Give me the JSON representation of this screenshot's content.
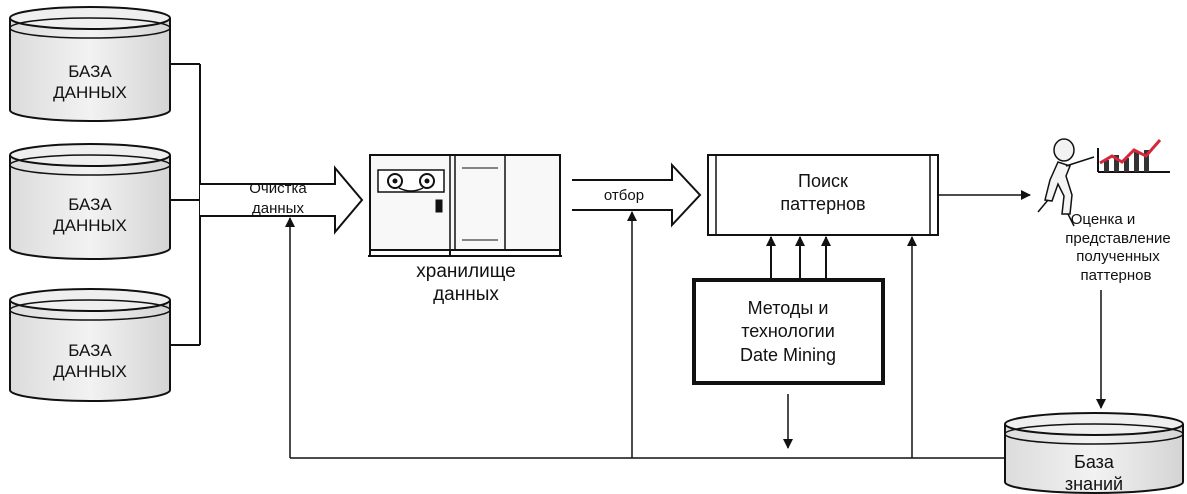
{
  "databases": [
    {
      "line1": "БАЗА",
      "line2": "ДАННЫХ"
    },
    {
      "line1": "БАЗА",
      "line2": "ДАННЫХ"
    },
    {
      "line1": "БАЗА",
      "line2": "ДАННЫХ"
    }
  ],
  "cleaning": {
    "line1": "Очистка",
    "line2": "данных"
  },
  "warehouse": {
    "line1": "хранилище",
    "line2": "данных"
  },
  "selection": {
    "label": "отбор"
  },
  "pattern_search": {
    "line1": "Поиск",
    "line2": "паттернов"
  },
  "methods": {
    "line1": "Методы и",
    "line2": "технологии",
    "line3": "Date Mining"
  },
  "evaluation": {
    "line1": "Оценка и",
    "line2": "представление",
    "line3": "полученных",
    "line4": "паттернов"
  },
  "knowledge_base": {
    "line1": "База",
    "line2": "знаний"
  },
  "colors": {
    "stroke": "#111111",
    "db_fill": "#e9e9e9",
    "chart_red": "#d6263a"
  }
}
